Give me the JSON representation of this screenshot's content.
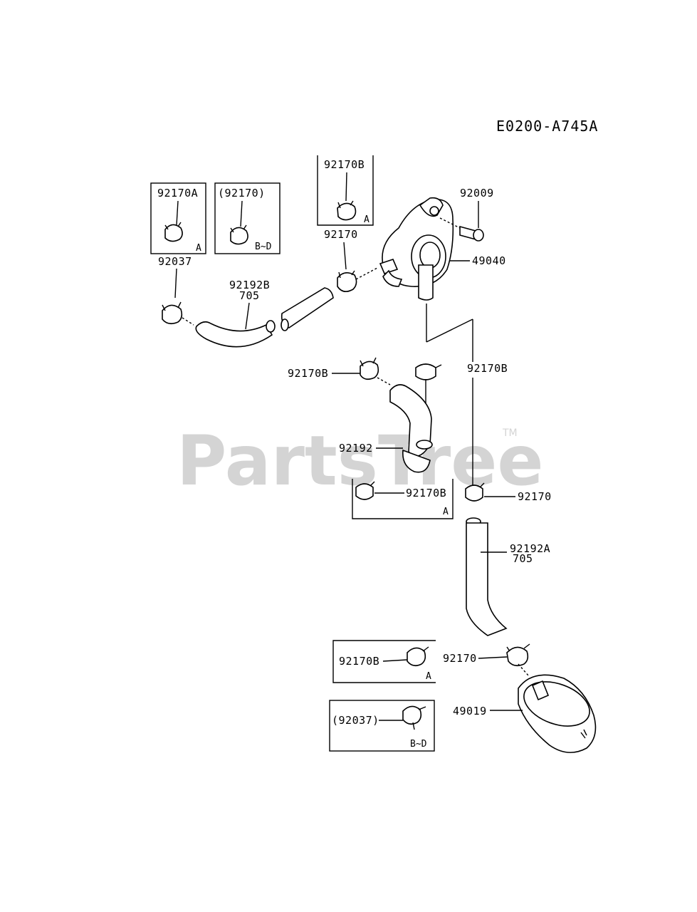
{
  "diagram_code": "E0200-A745A",
  "watermark": {
    "text": "PartsTree",
    "tm": "TM"
  },
  "labels": {
    "l_92170A": "92170A",
    "l_92170_paren_top": "(92170)",
    "l_92170B_top": "92170B",
    "l_92009": "92009",
    "l_92170_top": "92170",
    "l_49040": "49040",
    "l_92037": "92037",
    "l_92192B": "92192B",
    "l_705_top": "705",
    "l_92170B_right": "92170B",
    "l_92170B_mid": "92170B",
    "l_92192": "92192",
    "l_92170B_box_mid": "92170B",
    "l_92170_mid_right": "92170",
    "l_92192A": "92192A",
    "l_705_bottom": "705",
    "l_92170B_box_bottom": "92170B",
    "l_92170_bottom": "92170",
    "l_49019": "49019",
    "l_92037_paren": "(92037)"
  },
  "variant_marks": {
    "box_92170A": "A",
    "box_92170_paren": "B~D",
    "box_92170B_top": "A",
    "box_92170B_mid": "A",
    "box_92170B_bottom": "A",
    "box_92037_paren": "B~D"
  }
}
